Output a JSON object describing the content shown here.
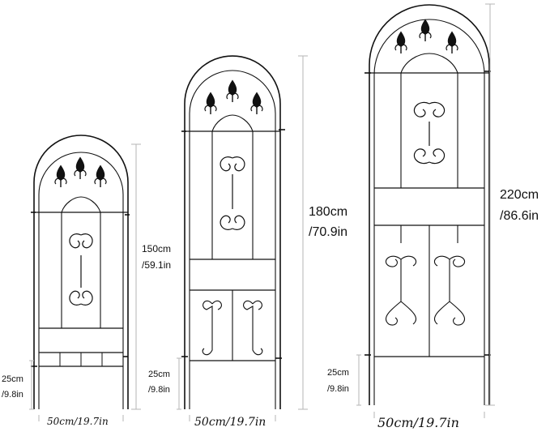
{
  "colors": {
    "iron": "#111111",
    "dim_line": "#b5b5b5",
    "background": "#ffffff"
  },
  "trellises": [
    {
      "id": "small",
      "height_label": "150cm",
      "height_label_in": "/59.1in",
      "width_label": "50cm/19.7in",
      "stake_label": "25cm",
      "stake_label_in": "/9.8in"
    },
    {
      "id": "medium",
      "height_label": "180cm",
      "height_label_in": "/70.9in",
      "width_label": "50cm/19.7in",
      "stake_label": "25cm",
      "stake_label_in": "/9.8in"
    },
    {
      "id": "large",
      "height_label": "220cm",
      "height_label_in": "/86.6in",
      "width_label": "50cm/19.7in",
      "stake_label": "25cm",
      "stake_label_in": "/9.8in"
    }
  ]
}
